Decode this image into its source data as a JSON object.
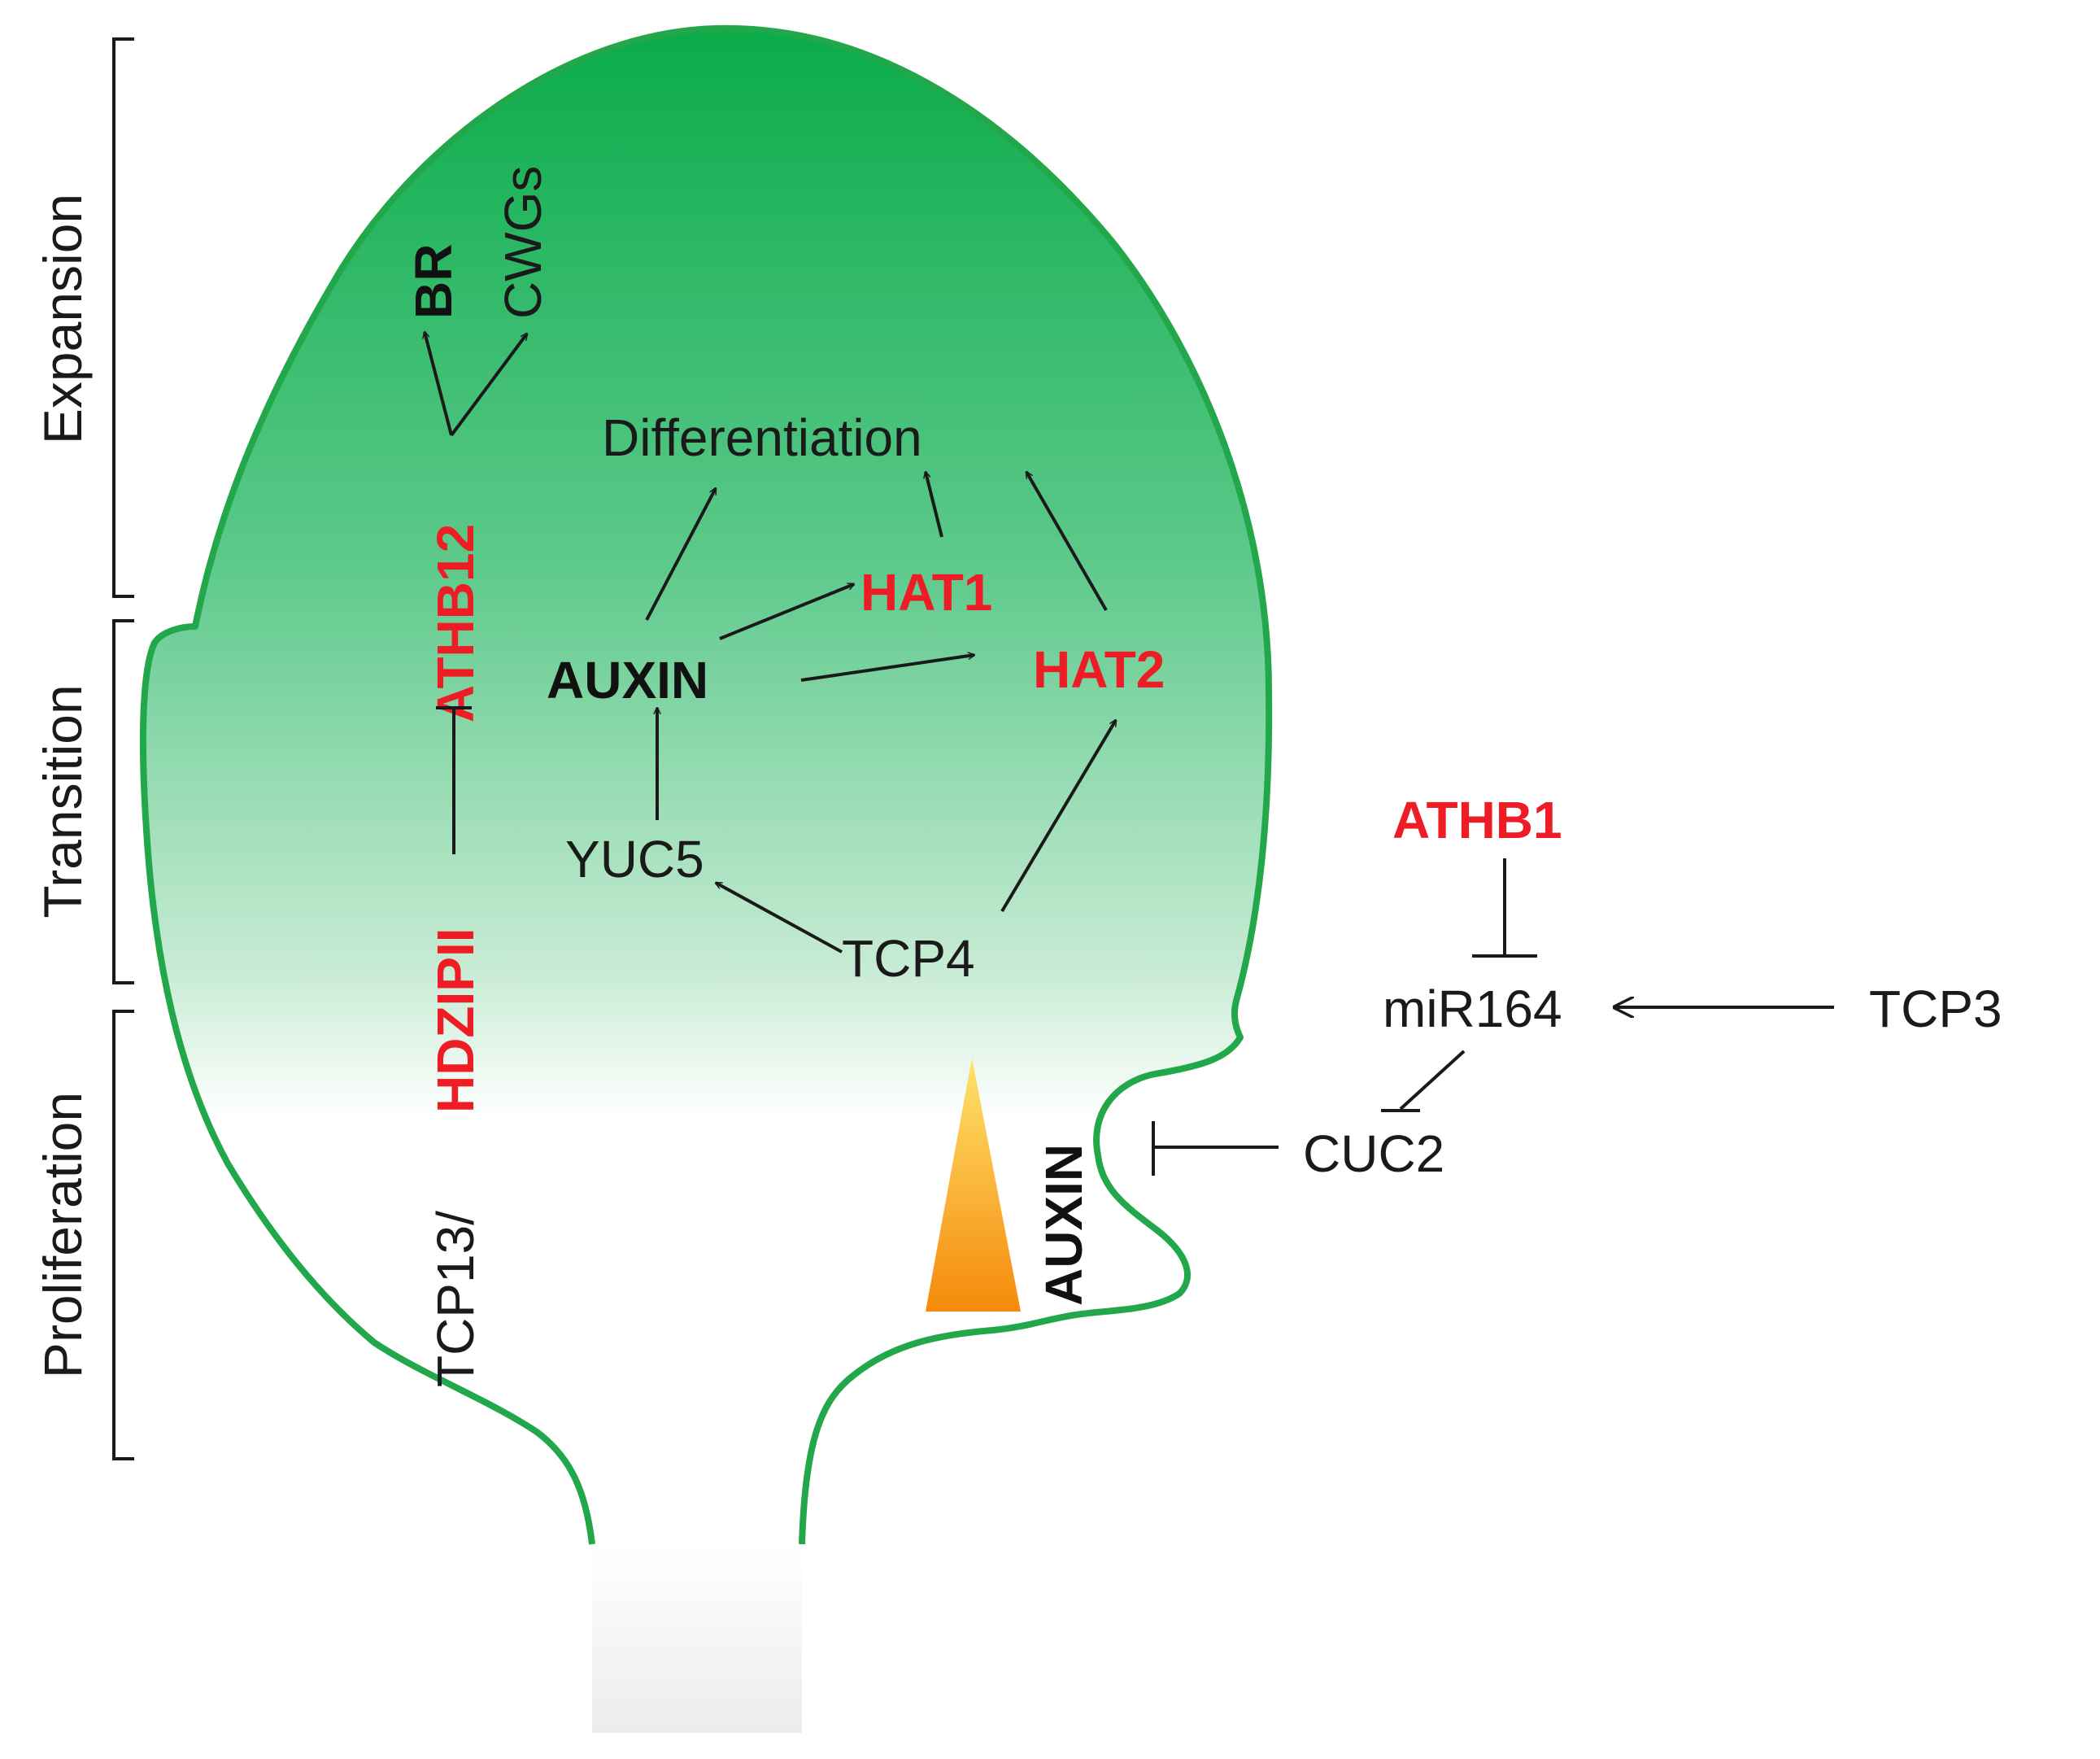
{
  "stages": {
    "expansion": "Expansion",
    "transition": "Transition",
    "proliferation": "Proliferation"
  },
  "nodes": {
    "br": "BR",
    "cwgs": "CWGs",
    "athb12": "ATHB12",
    "hdzipii": "HDZIPII",
    "tcp13": "TCP13/",
    "differentiation": "Differentiation",
    "hat1": "HAT1",
    "hat2": "HAT2",
    "auxin_center": "AUXIN",
    "yuc5": "YUC5",
    "tcp4": "TCP4",
    "auxin_sinus": "AUXIN",
    "athb1": "ATHB1",
    "mir164": "miR164",
    "tcp3": "TCP3",
    "cuc2": "CUC2"
  },
  "colors": {
    "leaf_outline": "#22a84a",
    "leaf_top": "#0aab4a",
    "highlight_red": "#ee1c24",
    "auxin_gradient_top": "#ffe36b",
    "auxin_gradient_bottom": "#f58a0b"
  }
}
